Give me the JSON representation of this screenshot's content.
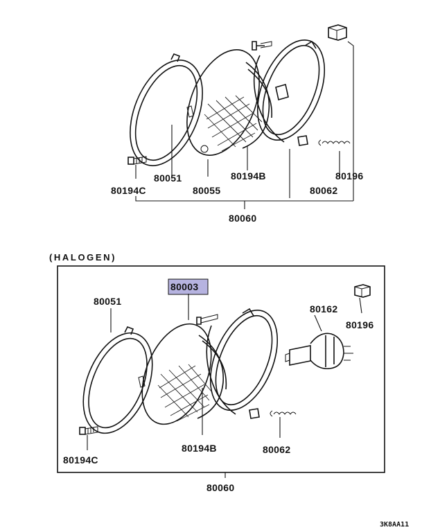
{
  "colors": {
    "line": "#111111",
    "highlight": "#b6b3e0"
  },
  "top_assembly": {
    "labels": {
      "p80051": "80051",
      "p80055": "80055",
      "p80194B": "80194B",
      "p80196": "80196",
      "p80194C": "80194C",
      "p80062": "80062",
      "p80060": "80060"
    }
  },
  "halogen_assembly": {
    "section_title": "(HALOGEN)",
    "labels": {
      "p80003": "80003",
      "p80051": "80051",
      "p80162": "80162",
      "p80196": "80196",
      "p80194C": "80194C",
      "p80194B": "80194B",
      "p80062": "80062",
      "p80060": "80060"
    }
  },
  "footer": {
    "drawing_code": "3K8AA11"
  }
}
